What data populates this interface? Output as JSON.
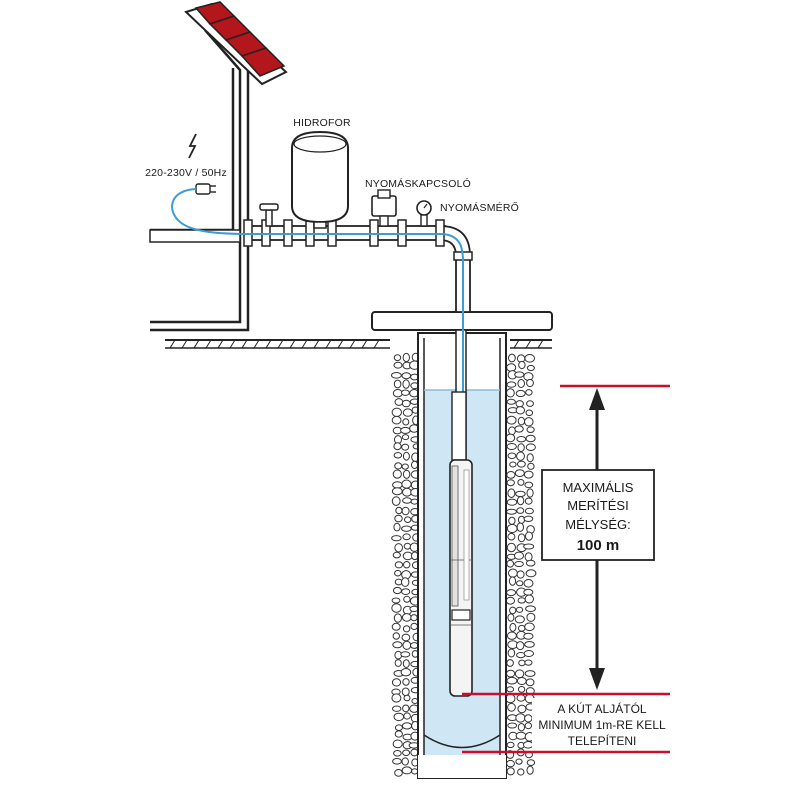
{
  "labels": {
    "hydrofor": "HIDROFOR",
    "pressure_switch": "NYOMÁSKAPCSOLÓ",
    "pressure_gauge": "NYOMÁSMÉRŐ",
    "power": "220-230V / 50Hz"
  },
  "depth_box": {
    "lines": [
      "MAXIMÁLIS",
      "MERÍTÉSI",
      "MÉLYSÉG:"
    ],
    "value": "100 m"
  },
  "bottom_note": {
    "lines": [
      "A KÚT ALJÁTÓL",
      "MINIMUM 1m-RE KELL",
      "TELEPÍTENI"
    ]
  },
  "colors": {
    "roof": "#b3161b",
    "water": "#cfe6f4",
    "cable": "#3d9bd6",
    "marker": "#c8102e",
    "outline": "#222222"
  }
}
